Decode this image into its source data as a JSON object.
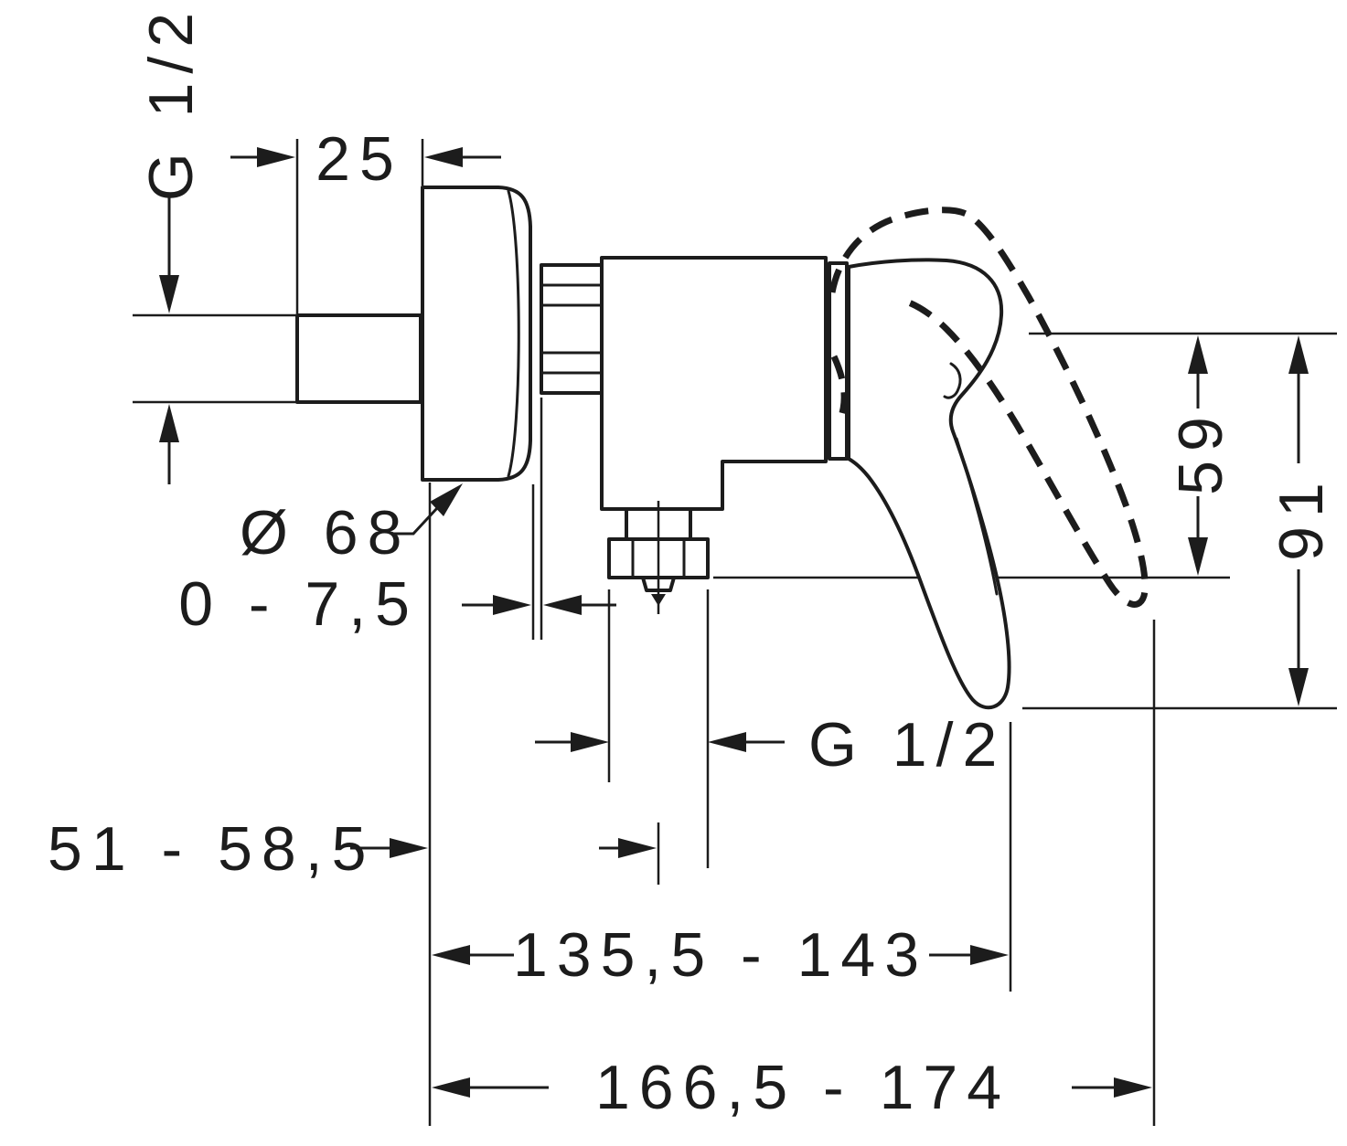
{
  "page": {
    "colors": {
      "ink": "#1c1c1c",
      "background": "#ffffff"
    }
  },
  "diagram": {
    "type": "technical-dimension-drawing",
    "subject": "wall-mounted single-lever shower mixer, side view with installation dimensions",
    "labels": {
      "supply_thread": "G 1/2",
      "nipple_projection": "25",
      "escutcheon_diameter": "Ø 68",
      "wall_adjust": "0 - 7,5",
      "wall_to_outlet": "51 - 58,5",
      "outlet_thread": "G 1/2",
      "outlet_offset": "59",
      "handle_offset": "91",
      "projection_body": "135,5 - 143",
      "projection_total": "166,5 - 174"
    }
  }
}
